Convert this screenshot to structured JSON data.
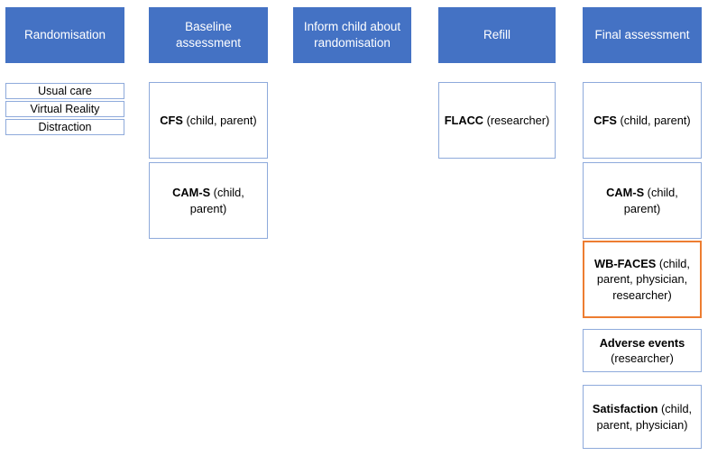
{
  "colors": {
    "header_fill": "#4472C4",
    "header_text": "#FFFFFF",
    "box_border": "#8EAADB",
    "highlight_border": "#ED7D31",
    "background": "#FFFFFF",
    "body_text": "#000000"
  },
  "columns": [
    {
      "id": "randomisation",
      "header": "Randomisation",
      "arms": [
        {
          "label": "Usual care"
        },
        {
          "label": "Virtual Reality"
        },
        {
          "label": "Distraction"
        }
      ],
      "boxes": []
    },
    {
      "id": "baseline-assessment",
      "header": "Baseline assessment",
      "arms": [],
      "boxes": [
        {
          "instrument": "CFS",
          "raters": " (child, parent)",
          "highlight": false
        },
        {
          "instrument": "CAM-S",
          "raters": " (child, parent)",
          "highlight": false
        }
      ]
    },
    {
      "id": "inform-child-about-randomisation",
      "header": "Inform child about randomisation",
      "arms": [],
      "boxes": []
    },
    {
      "id": "refill",
      "header": "Refill",
      "arms": [],
      "boxes": [
        {
          "instrument": "FLACC",
          "raters": " (researcher)",
          "highlight": false
        }
      ]
    },
    {
      "id": "final-assessment",
      "header": "Final assessment",
      "arms": [],
      "boxes": [
        {
          "instrument": "CFS",
          "raters": " (child, parent)",
          "highlight": false
        },
        {
          "instrument": "CAM-S",
          "raters": " (child, parent)",
          "highlight": false
        },
        {
          "instrument": "WB-FACES",
          "raters": " (child, parent, physician, researcher)",
          "highlight": true
        },
        {
          "instrument": "Adverse events",
          "raters": " (researcher)",
          "highlight": false
        },
        {
          "instrument": "Satisfaction",
          "raters": " (child, parent, physician)",
          "highlight": false
        }
      ]
    }
  ]
}
